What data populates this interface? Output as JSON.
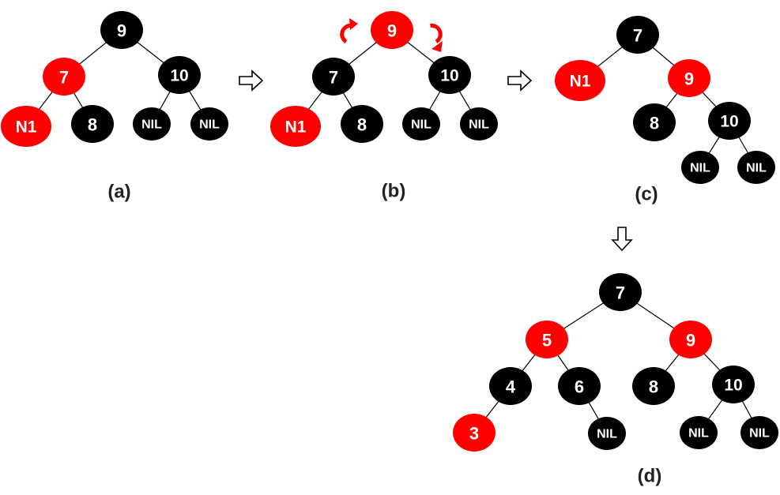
{
  "colors": {
    "red": "#ff0000",
    "black": "#000000",
    "edge": "#000000",
    "text": "#ffffff"
  },
  "trees": [
    {
      "id": "a",
      "caption": "(a)",
      "nodes": [
        {
          "id": "a9",
          "label": "9",
          "color": "black"
        },
        {
          "id": "a7",
          "label": "7",
          "color": "red"
        },
        {
          "id": "a10",
          "label": "10",
          "color": "black"
        },
        {
          "id": "aN1",
          "label": "N1",
          "color": "red"
        },
        {
          "id": "a8",
          "label": "8",
          "color": "black"
        },
        {
          "id": "aNIL1",
          "label": "NIL",
          "color": "black"
        },
        {
          "id": "aNIL2",
          "label": "NIL",
          "color": "black"
        }
      ],
      "edges": [
        [
          "a9",
          "a7"
        ],
        [
          "a9",
          "a10"
        ],
        [
          "a7",
          "aN1"
        ],
        [
          "a7",
          "a8"
        ],
        [
          "a10",
          "aNIL1"
        ],
        [
          "a10",
          "aNIL2"
        ]
      ]
    },
    {
      "id": "b",
      "caption": "(b)",
      "nodes": [
        {
          "id": "b9",
          "label": "9",
          "color": "red"
        },
        {
          "id": "b7",
          "label": "7",
          "color": "black"
        },
        {
          "id": "b10",
          "label": "10",
          "color": "black"
        },
        {
          "id": "bN1",
          "label": "N1",
          "color": "red"
        },
        {
          "id": "b8",
          "label": "8",
          "color": "black"
        },
        {
          "id": "bNIL1",
          "label": "NIL",
          "color": "black"
        },
        {
          "id": "bNIL2",
          "label": "NIL",
          "color": "black"
        }
      ],
      "edges": [
        [
          "b9",
          "b7"
        ],
        [
          "b9",
          "b10"
        ],
        [
          "b7",
          "bN1"
        ],
        [
          "b7",
          "b8"
        ],
        [
          "b10",
          "bNIL1"
        ],
        [
          "b10",
          "bNIL2"
        ]
      ]
    },
    {
      "id": "c",
      "caption": "(c)",
      "nodes": [
        {
          "id": "c7",
          "label": "7",
          "color": "black"
        },
        {
          "id": "cN1",
          "label": "N1",
          "color": "red"
        },
        {
          "id": "c9",
          "label": "9",
          "color": "red"
        },
        {
          "id": "c8",
          "label": "8",
          "color": "black"
        },
        {
          "id": "c10",
          "label": "10",
          "color": "black"
        },
        {
          "id": "cNIL1",
          "label": "NIL",
          "color": "black"
        },
        {
          "id": "cNIL2",
          "label": "NIL",
          "color": "black"
        }
      ],
      "edges": [
        [
          "c7",
          "cN1"
        ],
        [
          "c7",
          "c9"
        ],
        [
          "c9",
          "c8"
        ],
        [
          "c9",
          "c10"
        ],
        [
          "c10",
          "cNIL1"
        ],
        [
          "c10",
          "cNIL2"
        ]
      ]
    },
    {
      "id": "d",
      "caption": "(d)",
      "nodes": [
        {
          "id": "d7",
          "label": "7",
          "color": "black"
        },
        {
          "id": "d5",
          "label": "5",
          "color": "red"
        },
        {
          "id": "d9",
          "label": "9",
          "color": "red"
        },
        {
          "id": "d4",
          "label": "4",
          "color": "black"
        },
        {
          "id": "d6",
          "label": "6",
          "color": "black"
        },
        {
          "id": "d8",
          "label": "8",
          "color": "black"
        },
        {
          "id": "d10",
          "label": "10",
          "color": "black"
        },
        {
          "id": "d3",
          "label": "3",
          "color": "red"
        },
        {
          "id": "dNIL0",
          "label": "NIL",
          "color": "black"
        },
        {
          "id": "dNIL1",
          "label": "NIL",
          "color": "black"
        },
        {
          "id": "dNIL2",
          "label": "NIL",
          "color": "black"
        }
      ],
      "edges": [
        [
          "d7",
          "d5"
        ],
        [
          "d7",
          "d9"
        ],
        [
          "d5",
          "d4"
        ],
        [
          "d5",
          "d6"
        ],
        [
          "d9",
          "d8"
        ],
        [
          "d9",
          "d10"
        ],
        [
          "d4",
          "d3"
        ],
        [
          "d6",
          "dNIL0"
        ],
        [
          "d10",
          "dNIL1"
        ],
        [
          "d10",
          "dNIL2"
        ]
      ]
    }
  ],
  "step_arrows": [
    {
      "id": "a-to-b",
      "direction": "right"
    },
    {
      "id": "b-to-c",
      "direction": "right"
    },
    {
      "id": "c-to-d",
      "direction": "down"
    }
  ],
  "rotation_arrows": [
    {
      "id": "rotate-left",
      "direction": "counter-clockwise"
    },
    {
      "id": "rotate-right",
      "direction": "clockwise"
    }
  ]
}
